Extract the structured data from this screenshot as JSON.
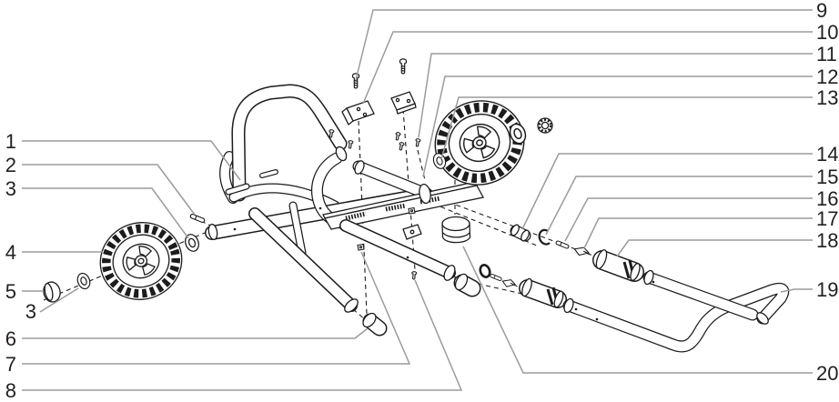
{
  "figure": {
    "kind": "exploded-parts-diagram",
    "subject": "cart-assembly",
    "background_color": "#ffffff",
    "art_line_color": "#1c1c1c",
    "leader_line_color": "#9b9b9b",
    "label_text_color": "#231f20"
  },
  "callouts": {
    "left": [
      {
        "label": "1"
      },
      {
        "label": "2"
      },
      {
        "label": "3"
      },
      {
        "label": "4"
      },
      {
        "label": "5"
      },
      {
        "label": "3"
      },
      {
        "label": "6"
      },
      {
        "label": "7"
      },
      {
        "label": "8"
      }
    ],
    "right": [
      {
        "label": "9"
      },
      {
        "label": "10"
      },
      {
        "label": "11"
      },
      {
        "label": "12"
      },
      {
        "label": "13"
      },
      {
        "label": "14"
      },
      {
        "label": "15"
      },
      {
        "label": "16"
      },
      {
        "label": "17"
      },
      {
        "label": "18"
      },
      {
        "label": "19"
      },
      {
        "label": "20"
      }
    ]
  }
}
